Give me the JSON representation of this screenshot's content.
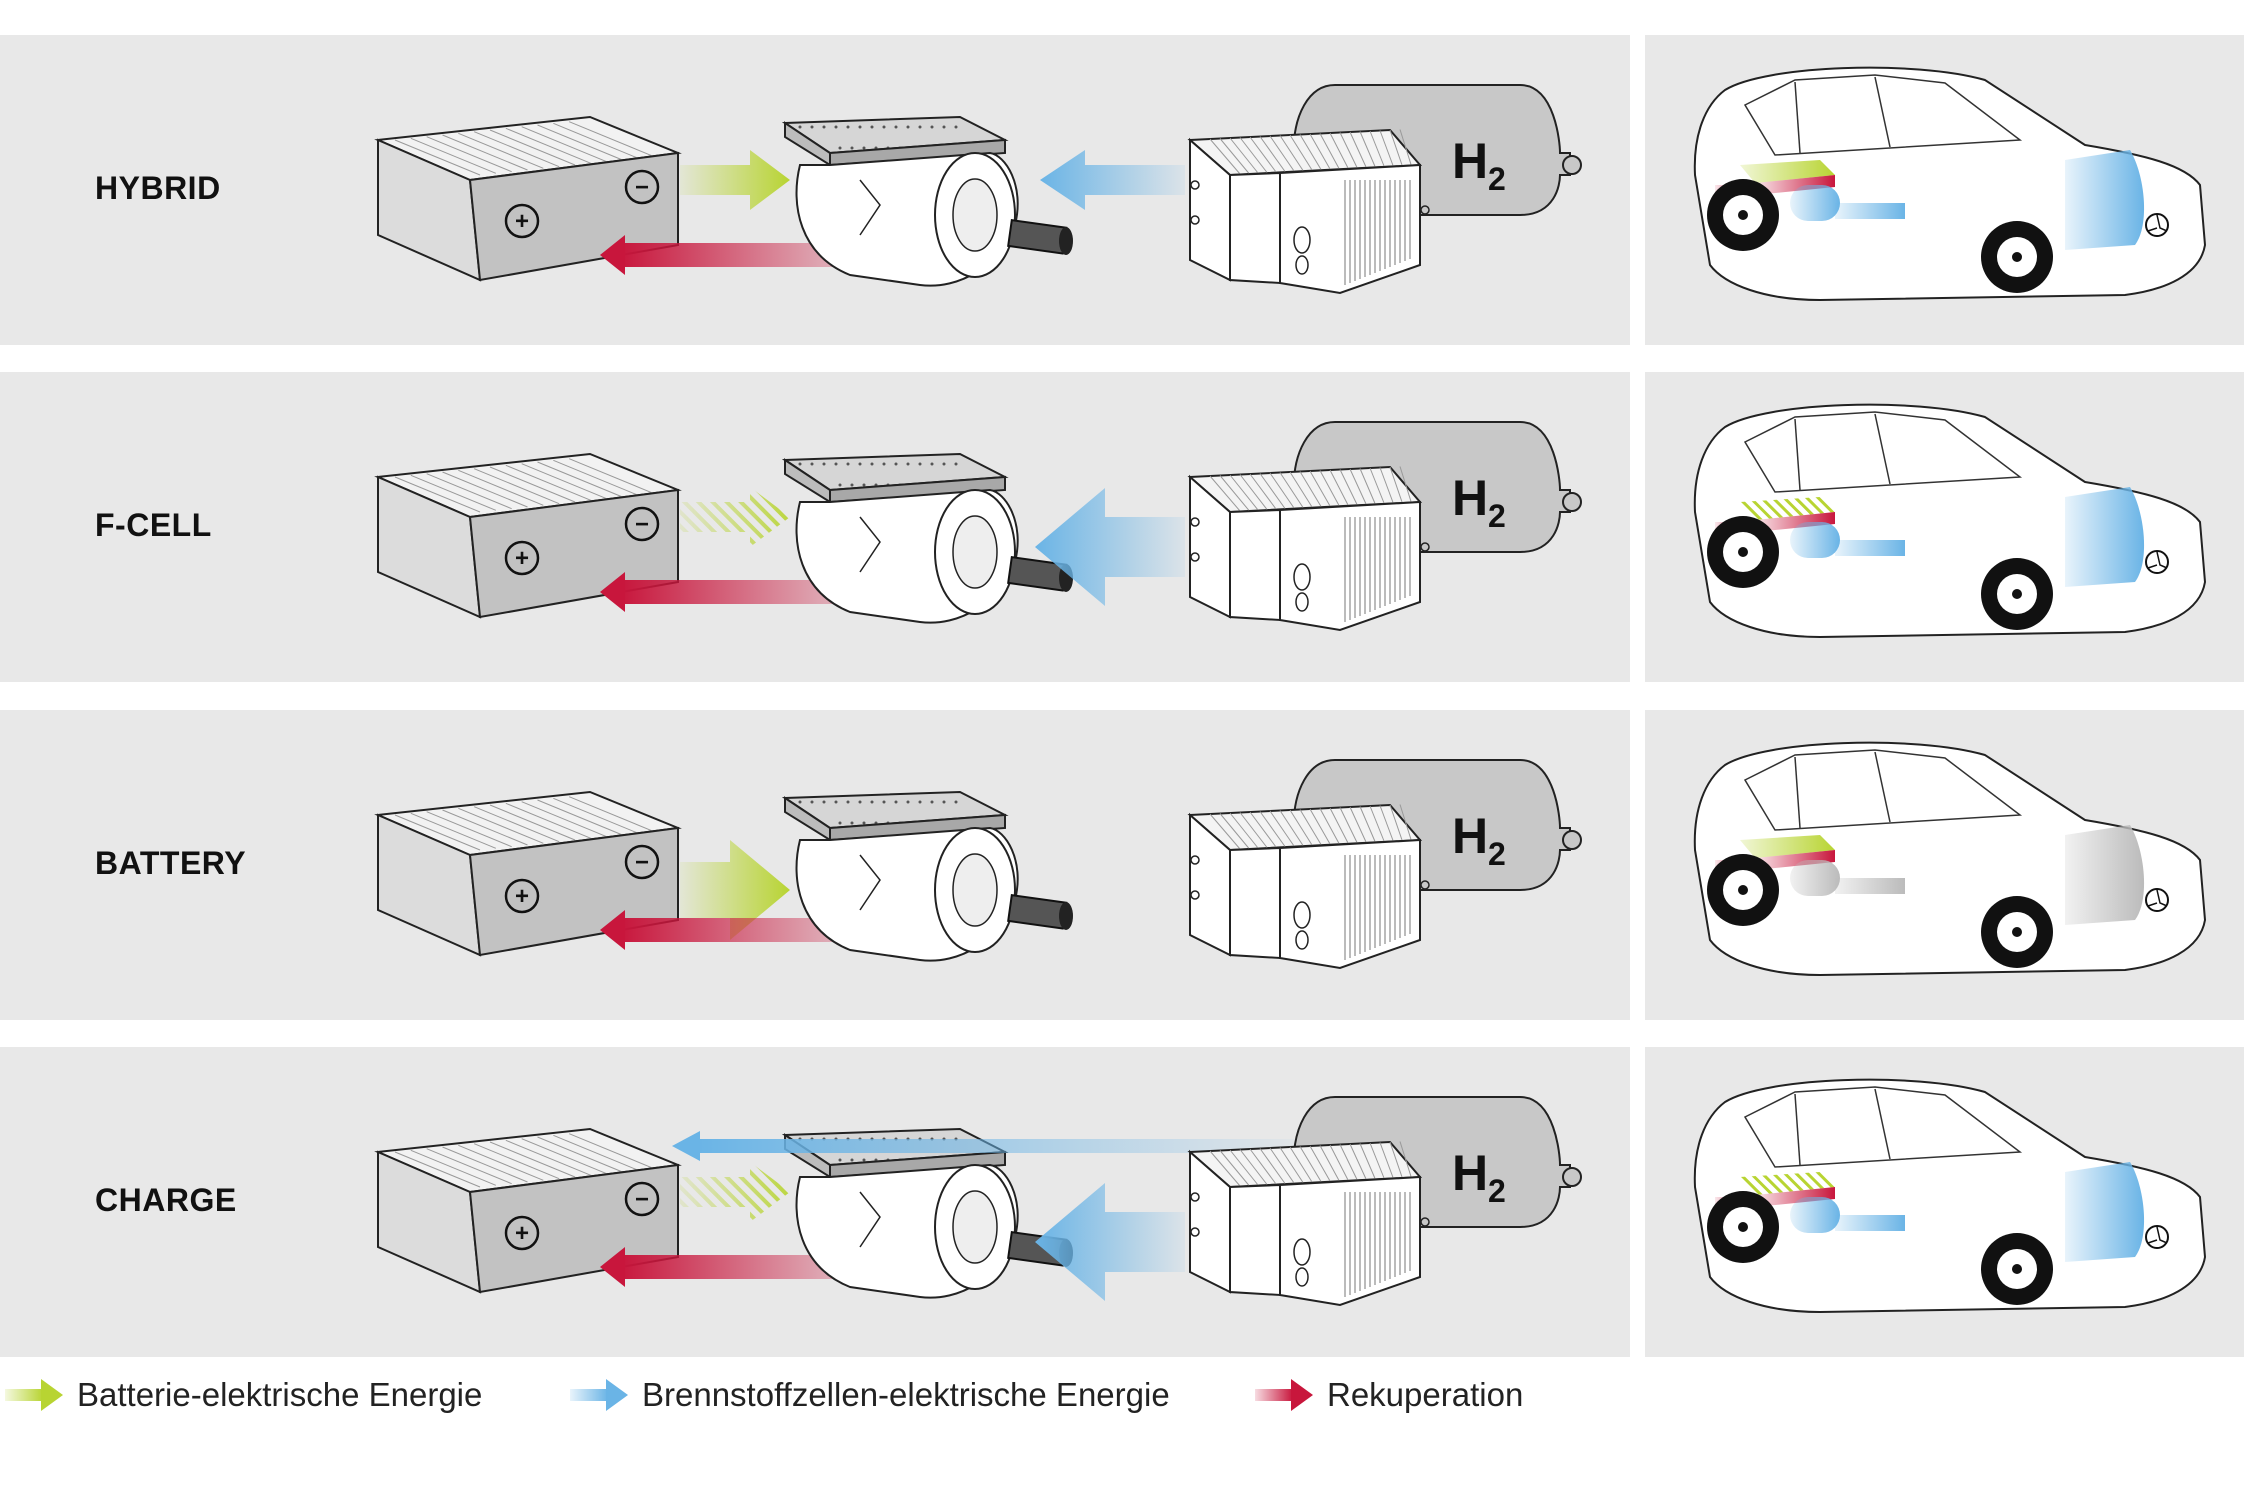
{
  "colors": {
    "panel_bg": "#e8e8e8",
    "battery_energy": "#b8d432",
    "fuelcell_energy": "#6ab4e6",
    "recuperation": "#c8163c",
    "tank_gray": "#c8c8c8"
  },
  "tank": {
    "label_main": "H",
    "label_sub": "2"
  },
  "battery_terminals": {
    "plus": "+",
    "minus": "−"
  },
  "modes": [
    {
      "label": "HYBRID",
      "battery_arrow": "solid",
      "battery_arrow_size": "medium",
      "fuelcell_arrow": "medium",
      "fuelcell_to_battery": false,
      "recuperation": true,
      "car_battery": "solid",
      "car_fuelcell": "active"
    },
    {
      "label": "F-CELL",
      "battery_arrow": "hatched",
      "battery_arrow_size": "medium",
      "fuelcell_arrow": "large",
      "fuelcell_to_battery": false,
      "recuperation": true,
      "car_battery": "hatched",
      "car_fuelcell": "active"
    },
    {
      "label": "BATTERY",
      "battery_arrow": "solid",
      "battery_arrow_size": "large",
      "fuelcell_arrow": "none",
      "fuelcell_to_battery": false,
      "recuperation": true,
      "car_battery": "solid",
      "car_fuelcell": "inactive"
    },
    {
      "label": "CHARGE",
      "battery_arrow": "hatched",
      "battery_arrow_size": "medium",
      "fuelcell_arrow": "large",
      "fuelcell_to_battery": true,
      "recuperation": true,
      "car_battery": "hatched",
      "car_fuelcell": "active"
    }
  ],
  "legend": [
    {
      "label": "Batterie-elektrische Energie",
      "color": "#b8d432",
      "icon": "green-arrow-icon"
    },
    {
      "label": "Brennstoffzellen-elektrische Energie",
      "color": "#6ab4e6",
      "icon": "blue-arrow-icon"
    },
    {
      "label": "Rekuperation",
      "color": "#c8163c",
      "icon": "red-arrow-icon"
    }
  ]
}
